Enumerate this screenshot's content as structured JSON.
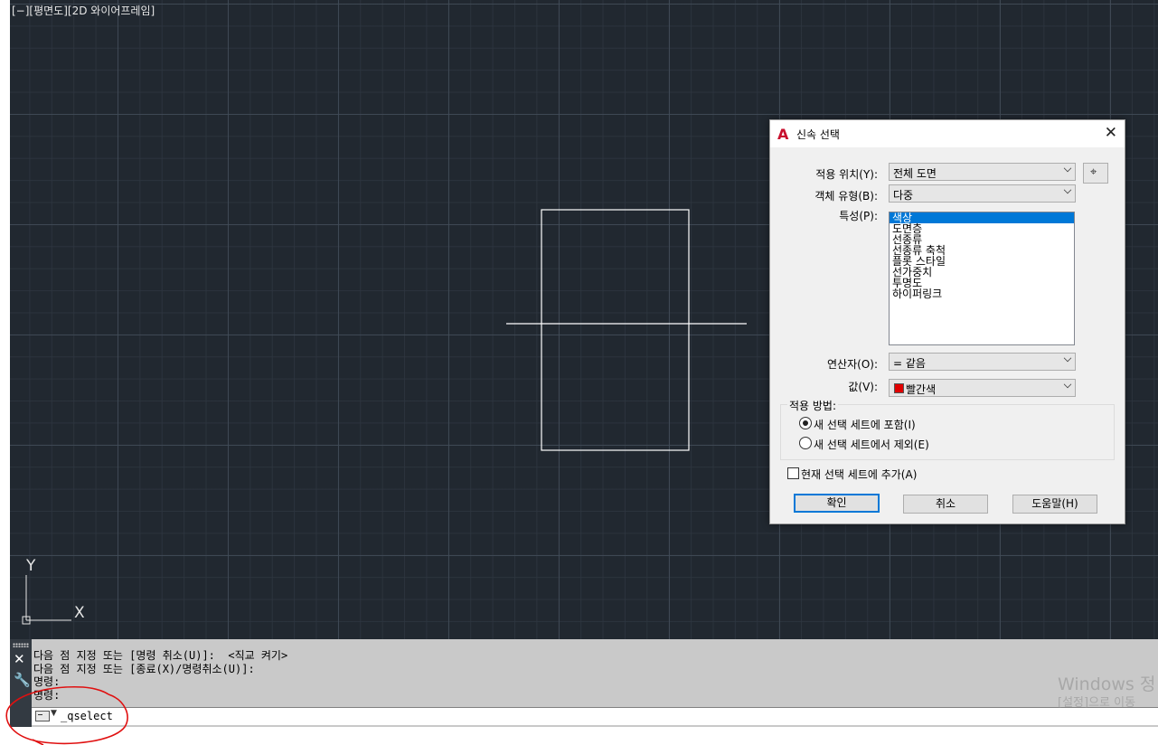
{
  "viewport": {
    "label": "[−][평면도][2D 와이어프레임]",
    "ucs_y": "Y",
    "ucs_x": "X"
  },
  "dialog": {
    "title": "신속 선택",
    "apply_to_label": "적용 위치(Y):",
    "apply_to_value": "전체 도면",
    "object_type_label": "객체 유형(B):",
    "object_type_value": "다중",
    "properties_label": "특성(P):",
    "properties": [
      "색상",
      "도면층",
      "선종류",
      "선종류 축척",
      "플롯 스타일",
      "선가중치",
      "투명도",
      "하이퍼링크"
    ],
    "properties_selected": "색상",
    "operator_label": "연산자(O):",
    "operator_value": "= 같음",
    "value_label": "값(V):",
    "value_value": "빨간색",
    "value_color": "#e00000",
    "how_to_apply_label": "적용 방법:",
    "include_option": "새 선택 세트에 포함(I)",
    "exclude_option": "새 선택 세트에서 제외(E)",
    "append_checkbox": "현재 선택 세트에 추가(A)",
    "ok_button": "확인",
    "cancel_button": "취소",
    "help_button": "도움말(H)"
  },
  "command": {
    "history": [
      "다음 점 지정 또는 [명령 취소(U)]:  <직교 켜기>",
      "다음 점 지정 또는 [종료(X)/명령취소(U)]:",
      "명령:",
      "명령:"
    ],
    "input": "_qselect"
  },
  "watermark": {
    "line1": "Windows 정",
    "line2": "[설정]으로 이동"
  }
}
